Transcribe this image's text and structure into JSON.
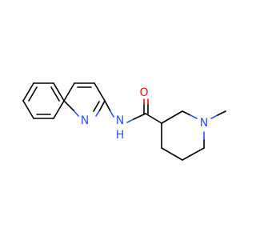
{
  "molecule": {
    "atoms": {
      "oxygen": {
        "symbol": "O",
        "color": "#ff0d0d"
      },
      "amide_nitrogen": {
        "symbol": "N",
        "hydrogen": "H",
        "color": "#3050f8"
      },
      "piperidine_nitrogen": {
        "symbol": "N",
        "color": "#3050f8"
      },
      "quinoline_nitrogen": {
        "symbol": "N",
        "color": "#3050f8"
      }
    },
    "bond_color": "#000000"
  }
}
